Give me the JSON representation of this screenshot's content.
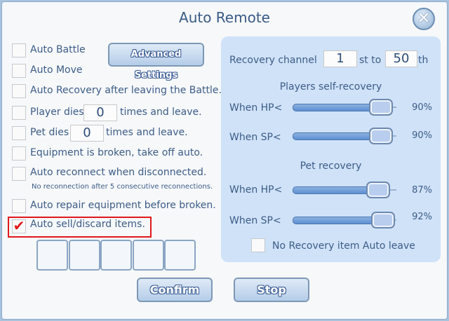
{
  "title": "Auto Remote",
  "advanced_label": "Advanced Settings",
  "left": {
    "auto_battle": "Auto Battle",
    "auto_move": "Auto Move",
    "auto_recovery": "Auto Recovery after leaving the Battle.",
    "player_dies_pre": "Player dies",
    "player_dies_value": "0",
    "player_dies_post": "times and leave.",
    "pet_dies_pre": "Pet dies",
    "pet_dies_value": "0",
    "pet_dies_post": "times and leave.",
    "equip_broken": "Equipment is broken, take off auto.",
    "reconnect": "Auto reconnect when disconnected.",
    "reconnect_note": "No reconnection after 5 consecutive reconnections.",
    "auto_repair": "Auto repair equipment before broken.",
    "auto_sell": "Auto sell/discard items.",
    "auto_sell_checked": true
  },
  "right": {
    "channel_label": "Recovery channel",
    "channel_from": "1",
    "st_to": "st to",
    "channel_to": "50",
    "th": "th",
    "players_heading": "Players self-recovery",
    "pet_heading": "Pet recovery",
    "when_hp": "When HP<",
    "when_sp": "When SP<",
    "player_hp": 90,
    "player_hp_text": "90%",
    "player_sp": 90,
    "player_sp_text": "90%",
    "pet_hp": 87,
    "pet_hp_text": "87%",
    "pet_sp": 92,
    "pet_sp_text": "92%",
    "no_item_leave": "No Recovery item Auto leave"
  },
  "confirm_label": "Confirm",
  "stop_label": "Stop"
}
